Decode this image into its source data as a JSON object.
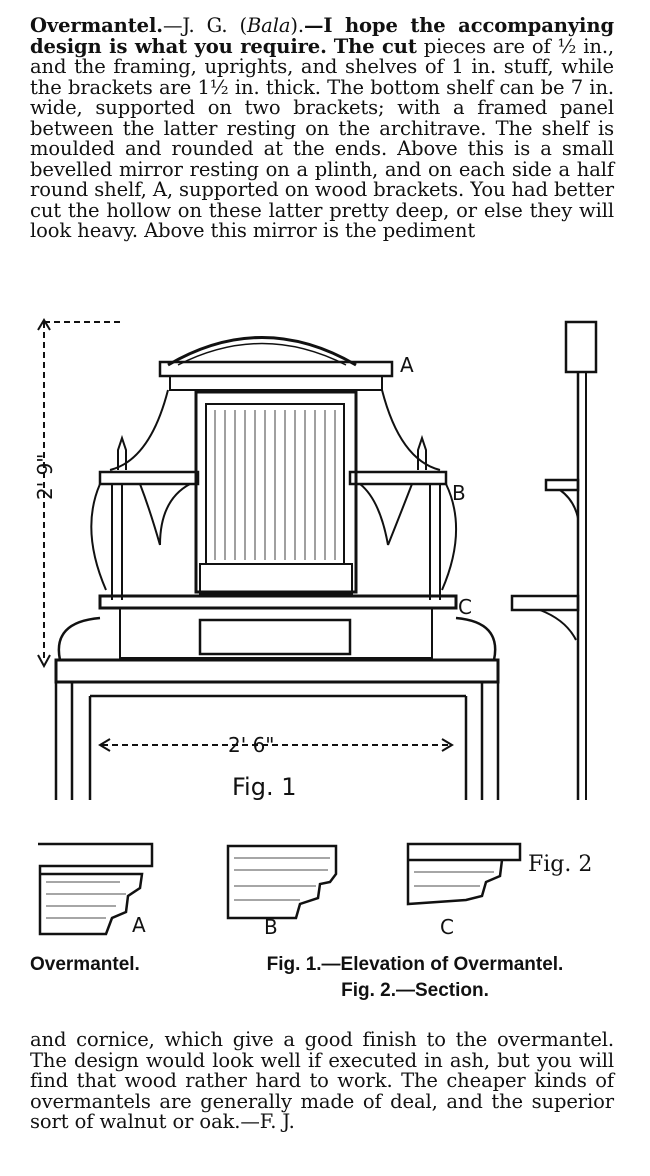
{
  "intro": {
    "heading": "Overmantel.",
    "author": "—J. G. (",
    "place": "Bala",
    "close": ").",
    "sentence1": "—I hope the accompanying design is what you require.",
    "sentence2": "The cut",
    "body": "pieces are of ½ in., and the framing, uprights, and shelves of 1 in. stuff, while the brackets are 1½ in. thick. The bottom shelf can be 7 in. wide, supported on two brackets; with a framed panel between the latter resting on the architrave. The shelf is moulded and rounded at the ends. Above this is a small bevelled mirror resting on a plinth, and on each side a half round shelf, A, supported on wood brackets. You had better cut the hollow on these latter pretty deep, or else they will look heavy. Above this mirror is the pediment"
  },
  "figure": {
    "height_dim": "2' 9\"",
    "width_dim": "2' 6\"",
    "fig1_label": "Fig. 1",
    "label_a": "A",
    "label_b": "B",
    "label_c": "C"
  },
  "profiles": {
    "label_a": "A",
    "label_b": "B",
    "label_c": "C",
    "fig2_label": "Fig. 2"
  },
  "captions": {
    "left": "Overmantel.",
    "line1": "Fig. 1.—Elevation of Overmantel.",
    "line2": "Fig. 2.—Section."
  },
  "closing": {
    "body": "and cornice, which give a good finish to the overmantel. The design would look well if executed in ash, but you will find that wood rather hard to work. The cheaper kinds of overmantels are generally made of deal, and the superior sort of walnut or oak.—F. J."
  }
}
